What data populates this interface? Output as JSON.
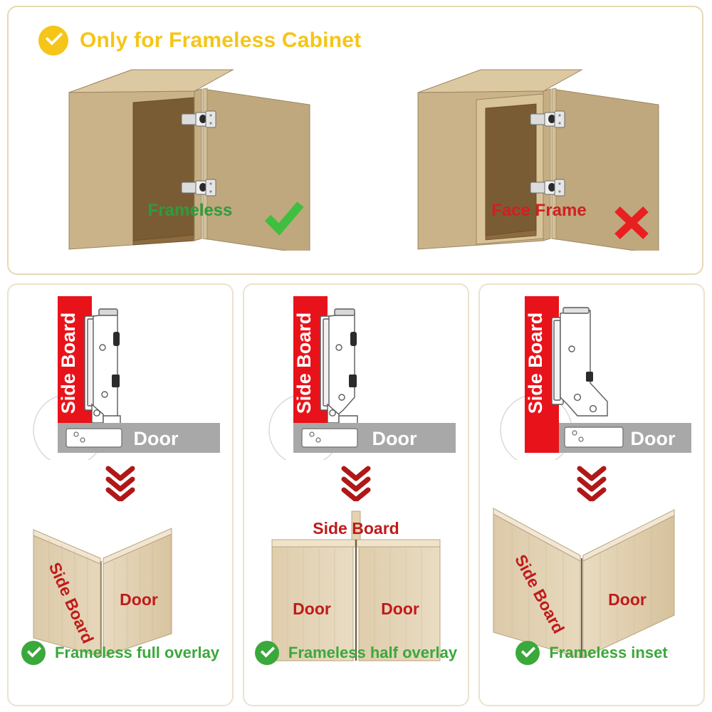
{
  "header": {
    "badge_icon": "check-circle-icon",
    "title": "Only for Frameless Cabinet",
    "color": "#F5C518"
  },
  "cabinets": [
    {
      "caption": "Frameless",
      "caption_color": "#2E9B3F",
      "mark": "green-check",
      "mark_color": "#3FBF3F",
      "has_face_frame": false
    },
    {
      "caption": "Face Frame",
      "caption_color": "#D02020",
      "mark": "red-cross",
      "mark_color": "#E82020",
      "has_face_frame": true
    }
  ],
  "panels": [
    {
      "side_board_label": "Side Board",
      "door_label": "Door",
      "wood_labels": [
        "Side Board",
        "Door"
      ],
      "caption": "Frameless full overlay",
      "caption_color": "#3BA83B",
      "badge_icon": "check-circle-icon",
      "variant": "full-overlay"
    },
    {
      "side_board_label": "Side Board",
      "door_label": "Door",
      "wood_labels": [
        "Side  Board",
        "Door",
        "Door"
      ],
      "caption": "Frameless half overlay",
      "caption_color": "#3BA83B",
      "badge_icon": "check-circle-icon",
      "variant": "half-overlay"
    },
    {
      "side_board_label": "Side Board",
      "door_label": "Door",
      "wood_labels": [
        "Side Board",
        "Door"
      ],
      "caption": "Frameless inset",
      "caption_color": "#3BA83B",
      "badge_icon": "check-circle-icon",
      "variant": "inset"
    }
  ],
  "colors": {
    "panel_border_top": "#e6d9b4",
    "panel_border_bottom": "#ece3cd",
    "cabinet_top": "#D9C49A",
    "cabinet_left": "#CBB389",
    "cabinet_inner": "#7A5C34",
    "cabinet_door": "#BFA87E",
    "side_board_red": "#E8131A",
    "door_gray": "#A8A8A8",
    "chevron_red": "#B01818",
    "wood_light": "#E3D2B4",
    "wood_mid": "#D9C7A6",
    "wood_label_red": "#C01A1A"
  }
}
